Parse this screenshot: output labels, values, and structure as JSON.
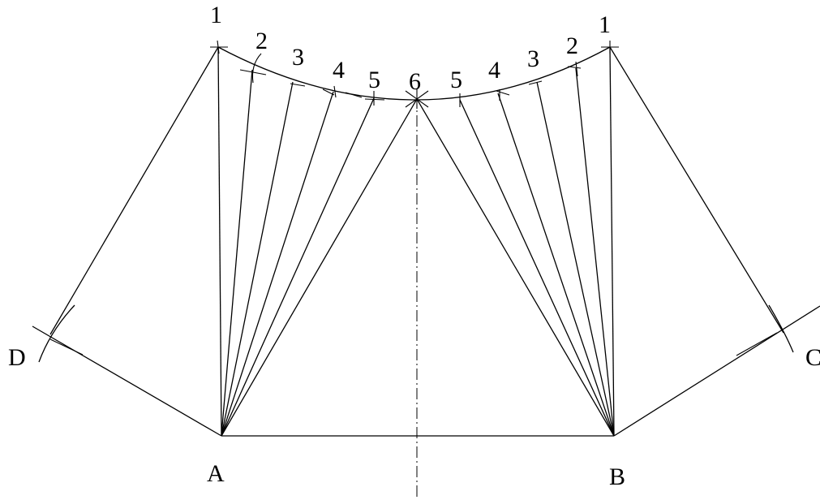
{
  "labels": {
    "A": "A",
    "B": "B",
    "C": "C",
    "D": "D",
    "left_top": "1",
    "left_2": "2",
    "left_3": "3",
    "left_4": "4",
    "left_5": "5",
    "center": "6",
    "right_5": "5",
    "right_4": "4",
    "right_3": "3",
    "right_2": "2",
    "right_top": "1"
  }
}
